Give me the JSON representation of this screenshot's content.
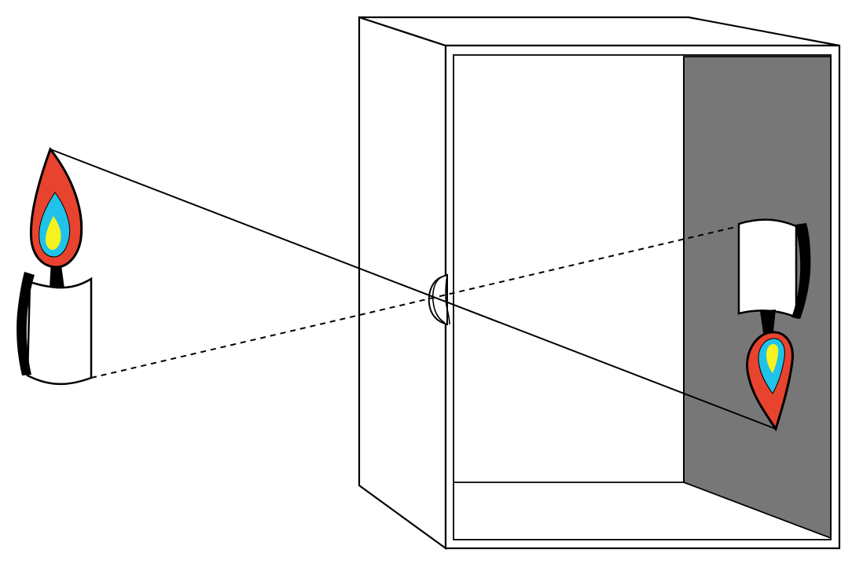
{
  "diagram": {
    "colors": {
      "background": "#ffffff",
      "outline": "#000000",
      "screen": "#777777",
      "candle_body": "#ffffff",
      "flame_outer": "#e8432f",
      "flame_middle": "#1fc3ea",
      "flame_inner": "#f5f21f"
    },
    "elements": {
      "object": "candle-icon",
      "apparatus": "camera-obscura-box",
      "aperture": "pinhole-aperture",
      "projection": "inverted-candle-image",
      "rays": [
        "solid-ray",
        "dashed-ray"
      ]
    }
  }
}
